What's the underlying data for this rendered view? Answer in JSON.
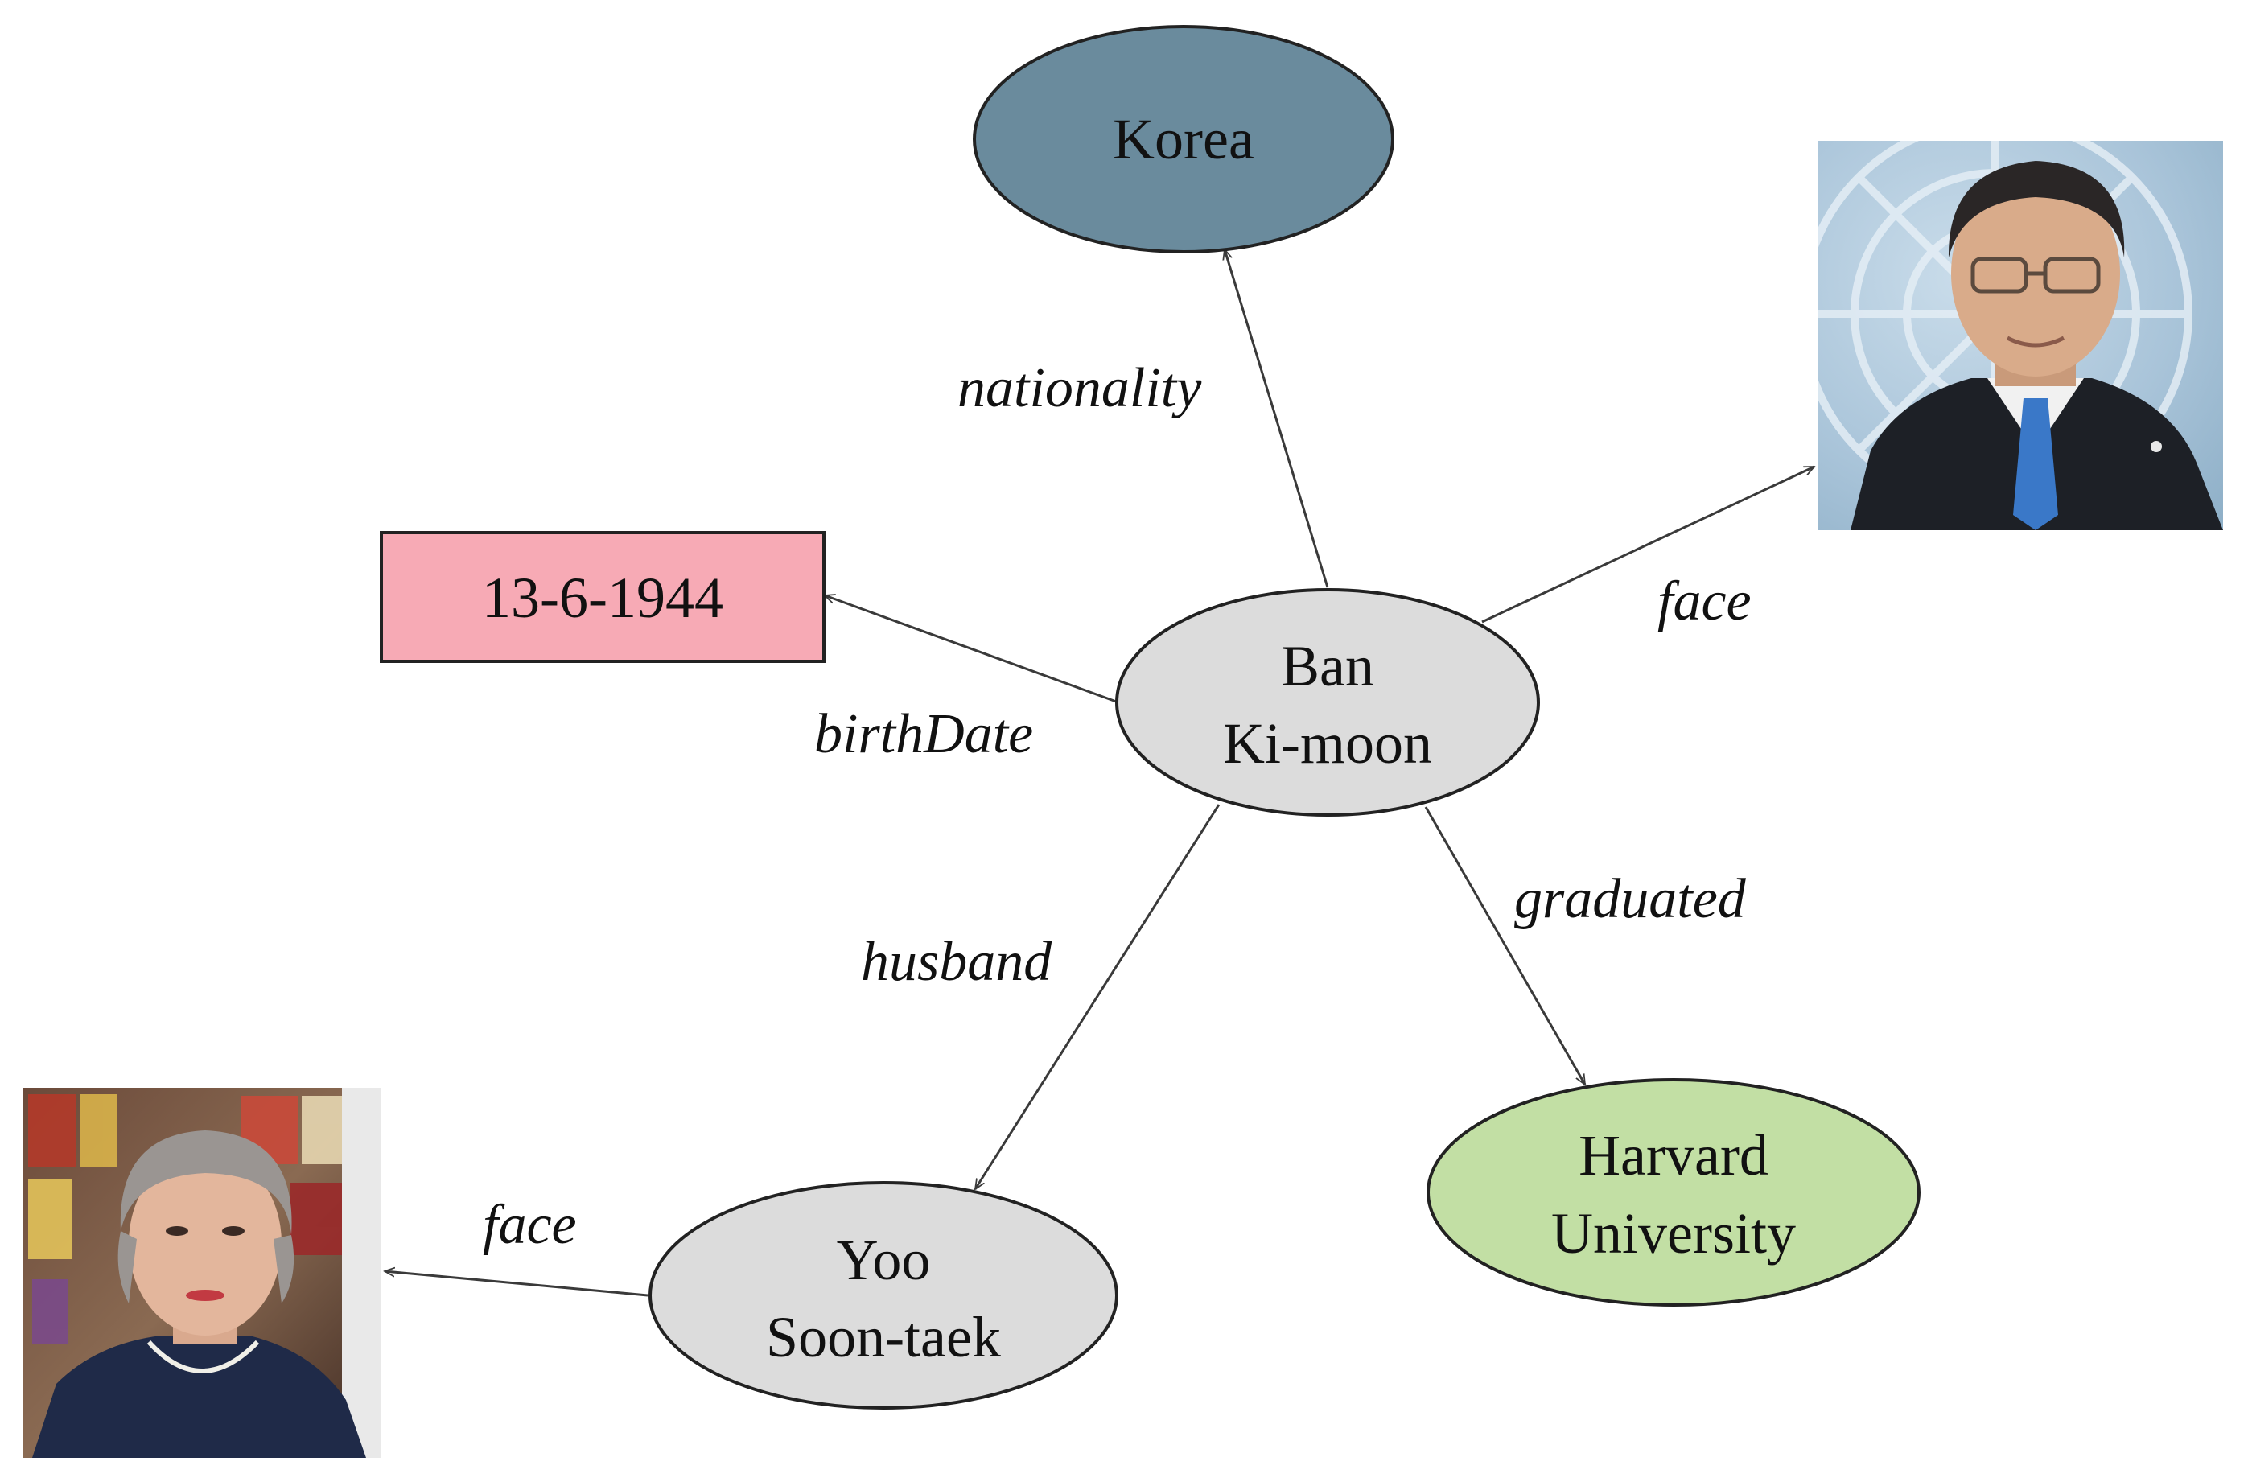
{
  "nodes": {
    "korea": {
      "label": "Korea",
      "color": "#6a8b9d"
    },
    "birthdate": {
      "label": "13-6-1944",
      "color": "#f7aab5"
    },
    "ban": {
      "line1": "Ban",
      "line2": "Ki-moon",
      "color": "#dcdcdc"
    },
    "yoo": {
      "line1": "Yoo",
      "line2": "Soon-taek",
      "color": "#dcdcdc"
    },
    "harvard": {
      "line1": "Harvard",
      "line2": "University",
      "color": "#c2dfa4"
    }
  },
  "edges": {
    "nationality": "nationality",
    "face_ban": "face",
    "birthdate": "birthDate",
    "husband": "husband",
    "graduated": "graduated",
    "face_yoo": "face"
  }
}
